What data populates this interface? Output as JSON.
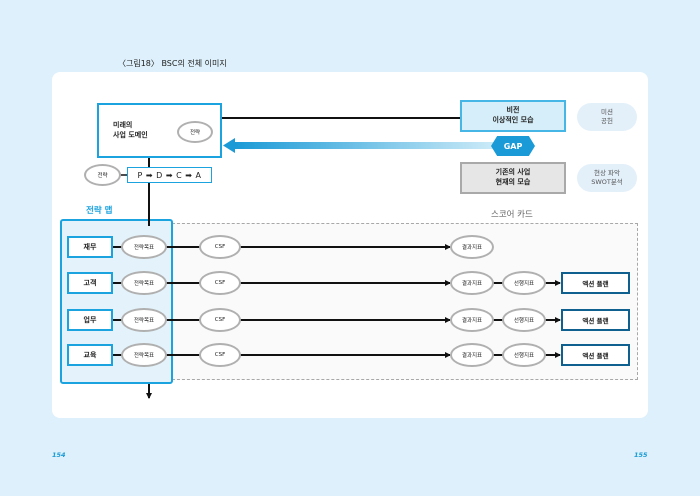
{
  "figure_title": "〈그림18〉 BSC의 전체 이미지",
  "business_domain": {
    "line1": "미래의",
    "line2": "사업 도메인"
  },
  "domain_strategy": "전략",
  "left_strategy": "전략",
  "pdca": "P ➡ D ➡ C ➡ A",
  "vision": {
    "line1": "비전",
    "line2": "이상적인 모습"
  },
  "mission": {
    "line1": "미션",
    "line2": "공헌"
  },
  "gap": "GAP",
  "current": {
    "line1": "기존의 사업",
    "line2": "현재의 모습"
  },
  "analysis": {
    "line1": "현상 파악",
    "line2": "SWOT분석"
  },
  "strategy_map_label": "전략 맵",
  "scorecard_label": "스코어 카드",
  "rows": [
    {
      "label": "재무",
      "objective": "전략목표",
      "csf": "CSF",
      "outcome": "결과지표",
      "leading": "",
      "action": ""
    },
    {
      "label": "고객",
      "objective": "전략목표",
      "csf": "CSF",
      "outcome": "결과지표",
      "leading": "선행지표",
      "action": "액션 플랜"
    },
    {
      "label": "업무",
      "objective": "전략목표",
      "csf": "CSF",
      "outcome": "결과지표",
      "leading": "선행지표",
      "action": "액션 플랜"
    },
    {
      "label": "교육",
      "objective": "전략목표",
      "csf": "CSF",
      "outcome": "결과지표",
      "leading": "선행지표",
      "action": "액션 플랜"
    }
  ],
  "page_left": "154",
  "page_right": "155",
  "colors": {
    "accent": "#1aa3df",
    "dark_accent": "#0f5f8f",
    "background": "#ddf0fb",
    "gray": "#b0b0b0"
  }
}
